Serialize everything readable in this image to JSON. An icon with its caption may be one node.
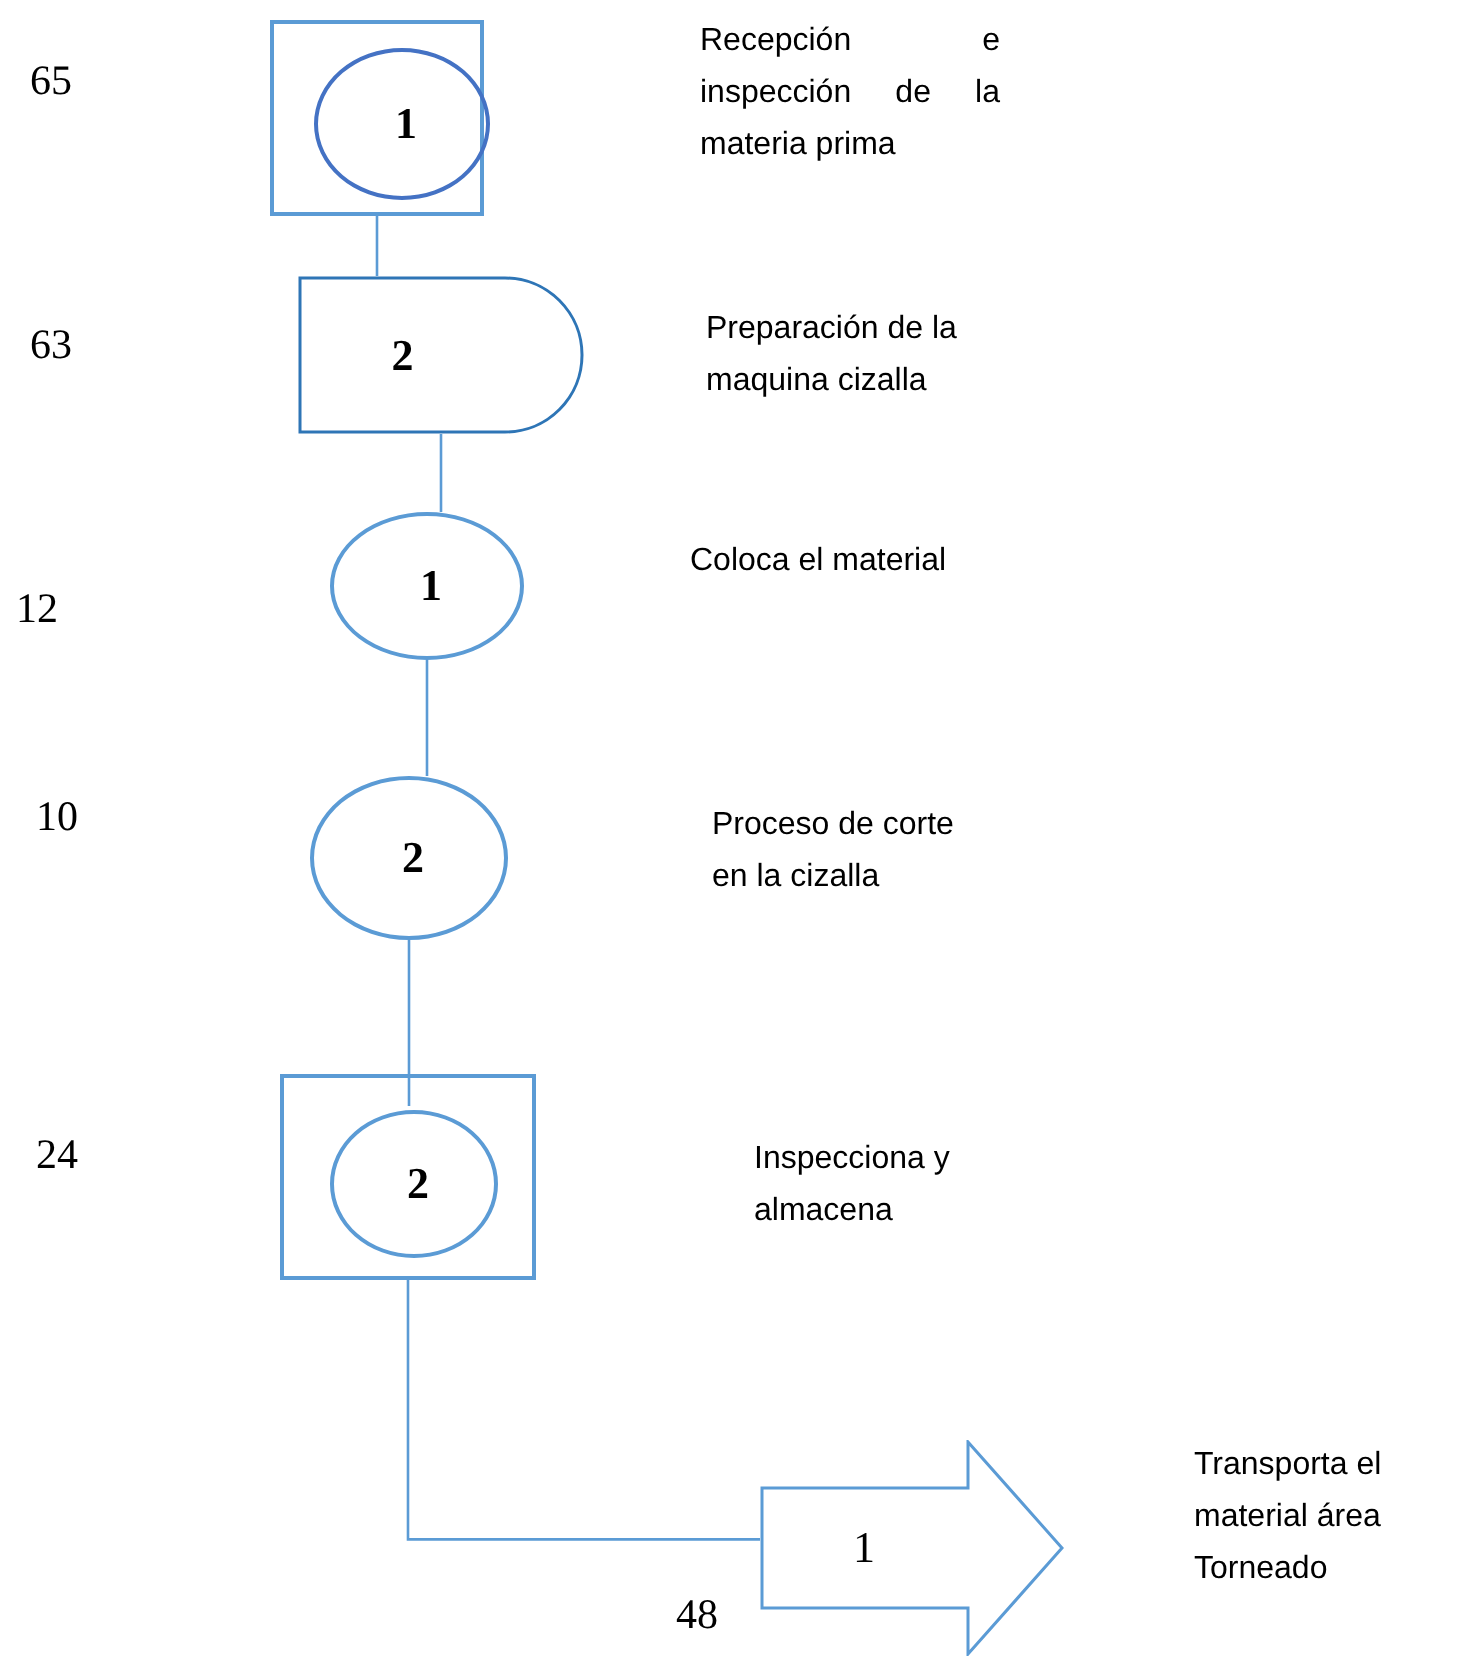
{
  "diagram": {
    "nodes": [
      {
        "text": [],
        "shape": "box"
      },
      {
        "text": [
          "1"
        ],
        "in": 0
      },
      {
        "text": [
          "2"
        ]
      },
      {
        "text": [
          "1"
        ]
      },
      {
        "text": [
          "2"
        ]
      },
      {
        "text": [],
        "shape": "box"
      },
      {
        "text": [
          "2"
        ],
        "in": 5
      },
      {
        "text": [
          "1"
        ]
      }
    ],
    "edges": [
      {
        "from": 0,
        "to": 2,
        "arrow": "none"
      },
      {
        "from": 2,
        "to": 3,
        "arrow": "none"
      },
      {
        "from": 3,
        "to": 4,
        "arrow": "none"
      },
      {
        "from": 4,
        "to": 6,
        "arrow": "none"
      },
      {
        "from": 5,
        "to": 7,
        "arrow": "none"
      }
    ],
    "labels": [
      "Recepción e inspección de la materia prima",
      "65",
      "63",
      "Preparación de la maquina cizalla",
      "Coloca el material",
      "12",
      "10",
      "Proceso de corte en la cizalla",
      "24",
      "Inspecciona y almacena",
      "Transporta el material área Torneado",
      "48"
    ]
  }
}
